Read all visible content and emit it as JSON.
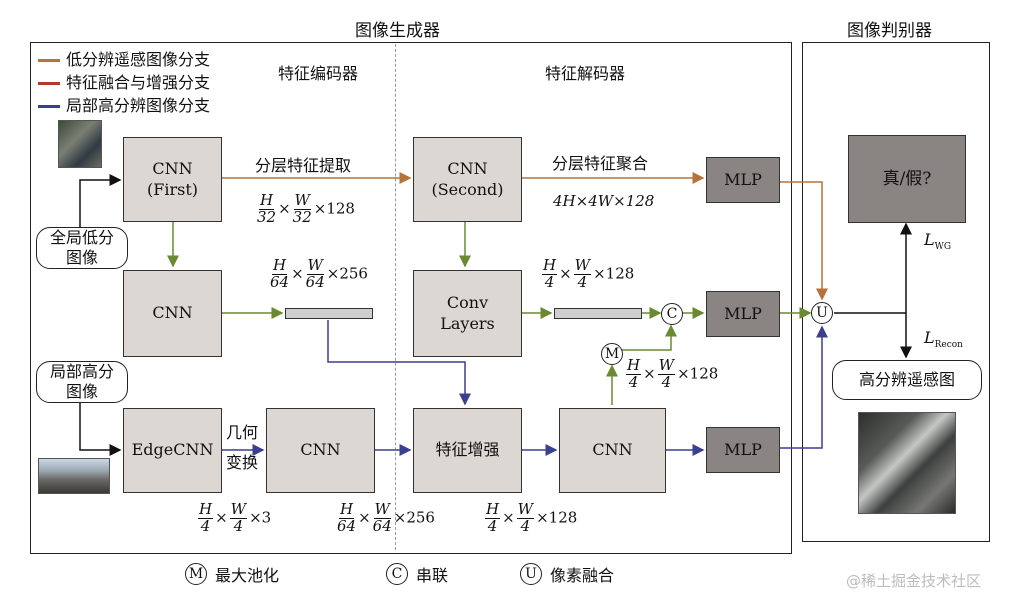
{
  "titles": {
    "generator": "图像生成器",
    "discriminator": "图像判别器",
    "encoder": "特征编码器",
    "decoder": "特征解码器"
  },
  "legend": [
    {
      "label": "低分辨遥感图像分支",
      "color": "#b5733a"
    },
    {
      "label": "特征融合与增强分支",
      "color": "#b23a2e"
    },
    {
      "label": "局部高分辨图像分支",
      "color": "#3a3f8f"
    }
  ],
  "colors": {
    "green": "#6a8a32",
    "orange": "#b5733a",
    "blue": "#3a3f8f"
  },
  "inputs": {
    "global_low": "全局低分\n图像",
    "local_high": "局部高分\n图像"
  },
  "output": "高分辨遥感图",
  "boxes": {
    "cnn_first": "CNN\n(First)",
    "cnn_2": "CNN",
    "edgecnn": "EdgeCNN",
    "cnn_3": "CNN",
    "cnn_second": "CNN\n(Second)",
    "conv_layers": "Conv\nLayers",
    "feature_enhance": "特征增强",
    "cnn_4": "CNN",
    "mlp_1": "MLP",
    "mlp_2": "MLP",
    "mlp_3": "MLP",
    "real_fake": "真/假?"
  },
  "edge_labels": {
    "hier_extract": "分层特征提取",
    "hier_aggregate": "分层特征聚合",
    "geo_transform": "几何\n变换"
  },
  "dims": {
    "d1": {
      "num1": "H",
      "den1": "32",
      "num2": "W",
      "den2": "32",
      "tail": "×128"
    },
    "d2": {
      "num1": "H",
      "den1": "64",
      "num2": "W",
      "den2": "64",
      "tail": "×256"
    },
    "d3": {
      "text": "4H×4W×128"
    },
    "d4": {
      "num1": "H",
      "den1": "4",
      "num2": "W",
      "den2": "4",
      "tail": "×128"
    },
    "d5": {
      "num1": "H",
      "den1": "4",
      "num2": "W",
      "den2": "4",
      "tail": "×128"
    },
    "d6": {
      "num1": "H",
      "den1": "4",
      "num2": "W",
      "den2": "4",
      "tail": "×3"
    },
    "d7": {
      "num1": "H",
      "den1": "64",
      "num2": "W",
      "den2": "64",
      "tail": "×256"
    },
    "d8": {
      "num1": "H",
      "den1": "4",
      "num2": "W",
      "den2": "4",
      "tail": "×128"
    }
  },
  "losses": {
    "wg": "L",
    "wg_sub": "WG",
    "recon": "L",
    "recon_sub": "Recon"
  },
  "ops": {
    "max_pool": "M",
    "concat": "C",
    "pixel_fuse": "U"
  },
  "bottom_legend": [
    {
      "sym": "M",
      "label": "最大池化"
    },
    {
      "sym": "C",
      "label": "串联"
    },
    {
      "sym": "U",
      "label": "像素融合"
    }
  ],
  "watermark": "@稀土掘金技术社区"
}
